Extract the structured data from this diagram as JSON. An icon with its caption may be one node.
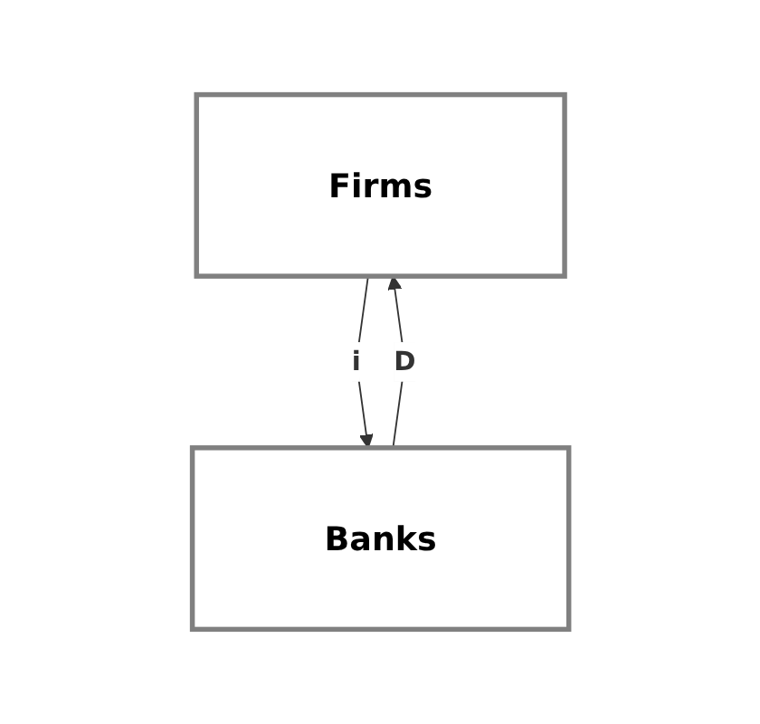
{
  "diagram": {
    "nodes": [
      {
        "text": [
          "Firms"
        ]
      },
      {
        "text": [
          "Banks"
        ]
      }
    ],
    "edges": [
      {
        "from": 1,
        "to": 0,
        "arrow": "to",
        "label": "D"
      },
      {
        "from": 0,
        "to": 1,
        "arrow": "to",
        "label": "i"
      }
    ]
  }
}
